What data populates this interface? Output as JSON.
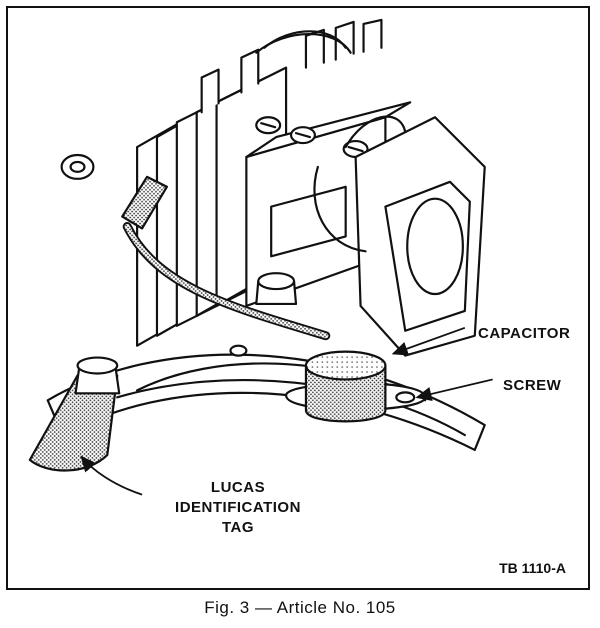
{
  "figure": {
    "callouts": {
      "capacitor": "CAPACITOR",
      "screw": "SCREW",
      "tag_line1": "LUCAS",
      "tag_line2": "IDENTIFICATION",
      "tag_line3": "TAG"
    },
    "drawing_number": "TB 1110-A",
    "caption": "Fig. 3  —  Article No. 105"
  }
}
